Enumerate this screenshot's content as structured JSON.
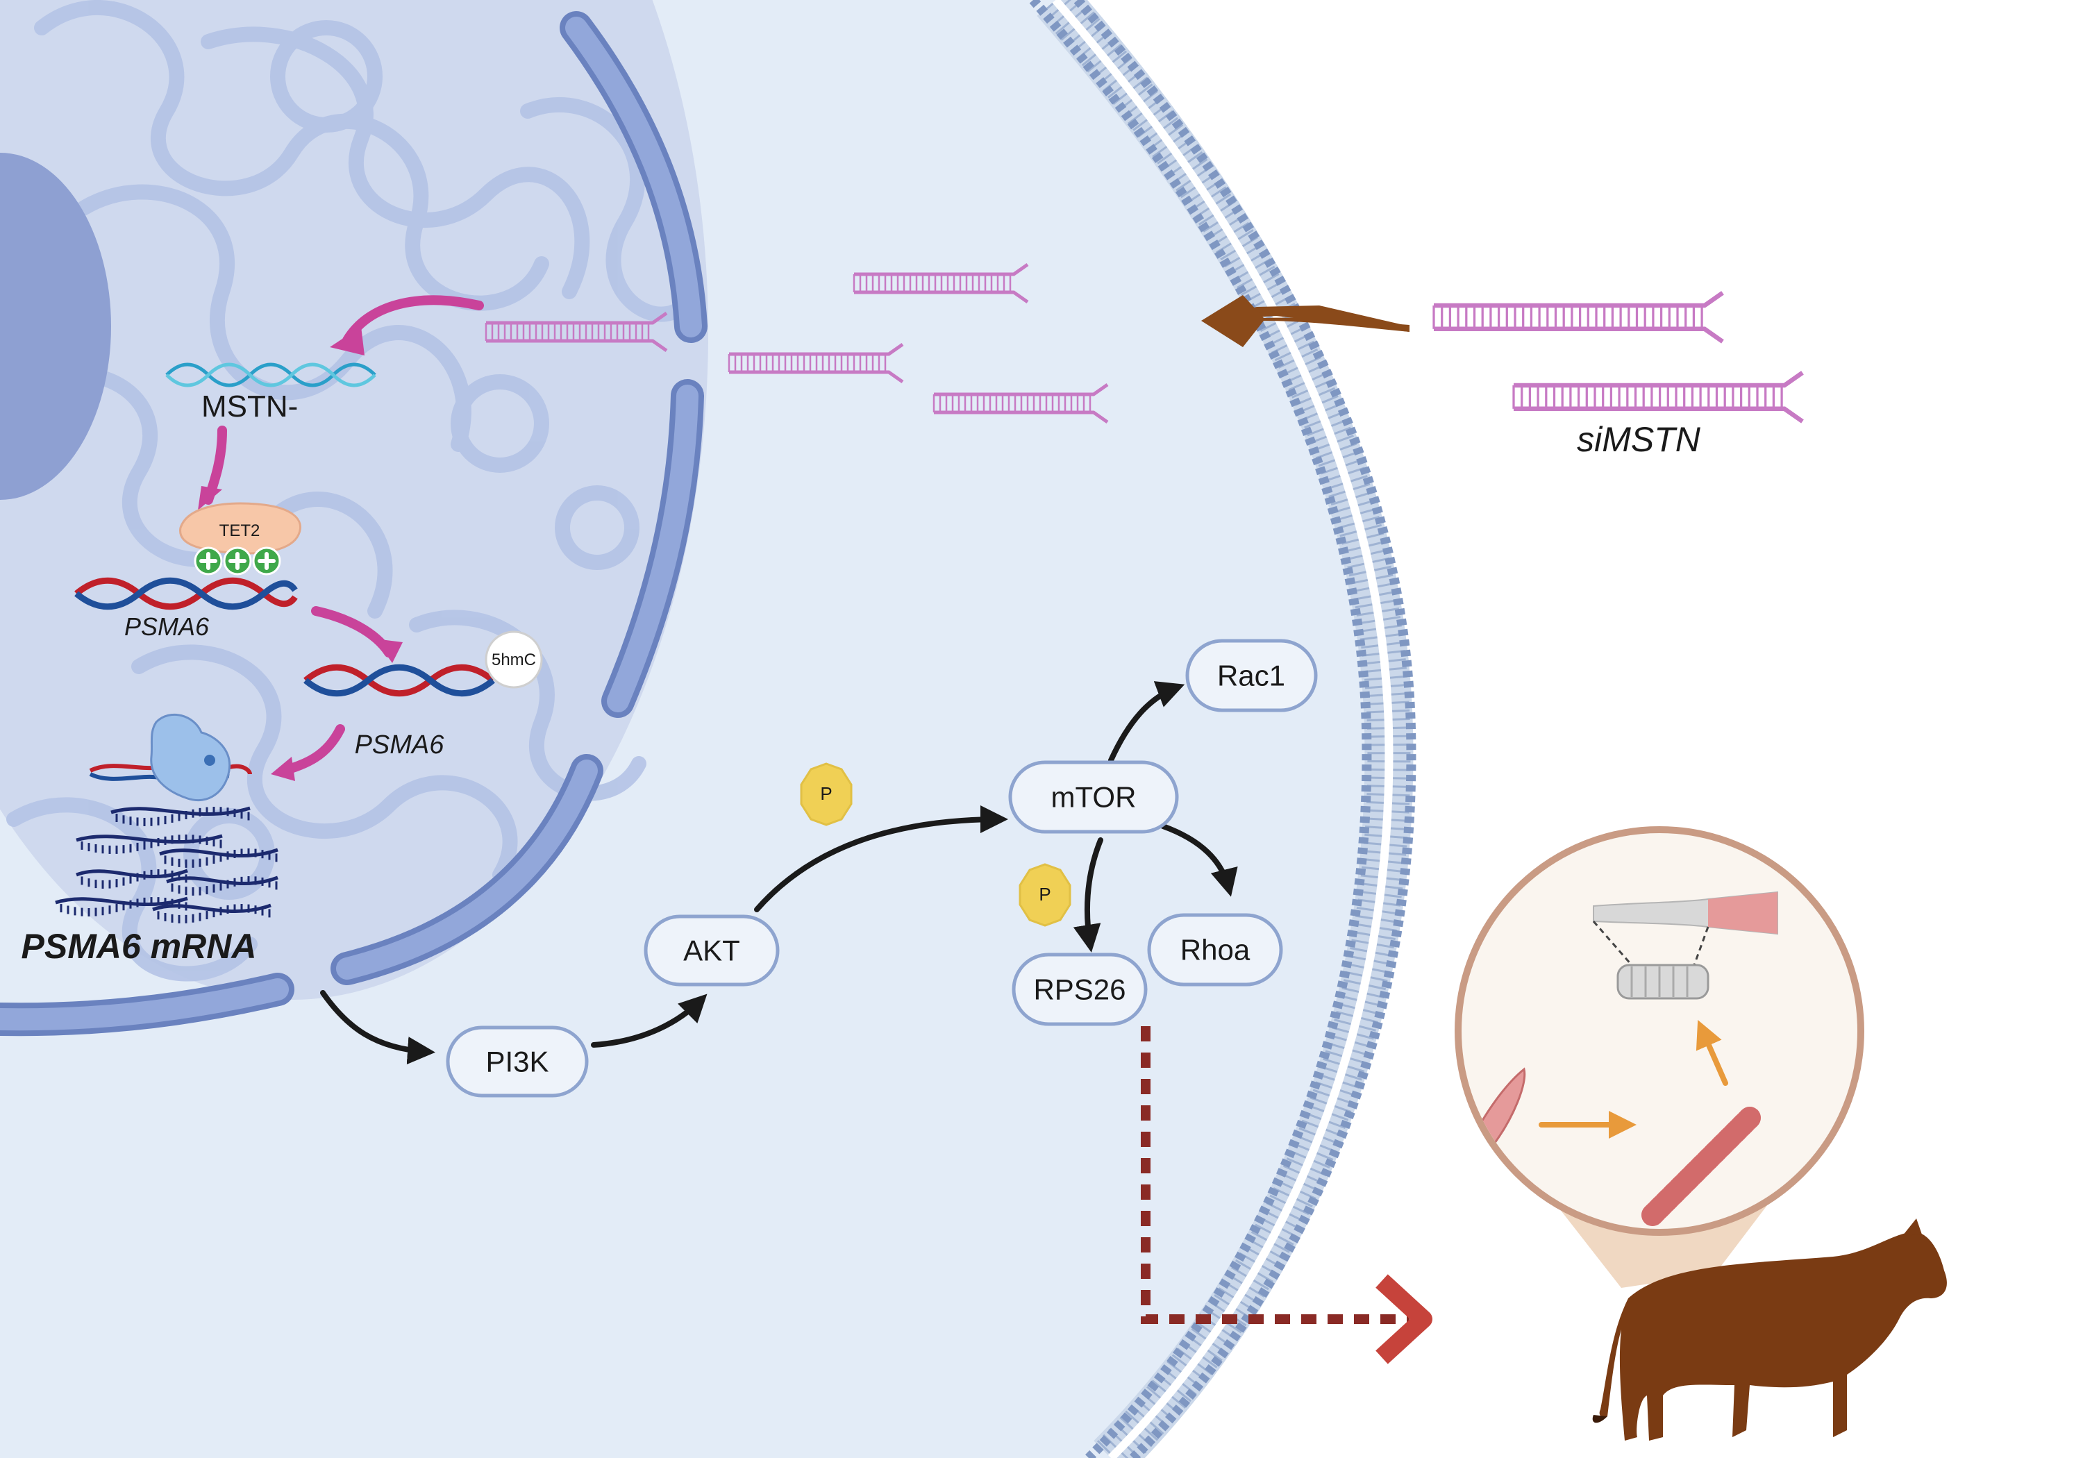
{
  "labels": {
    "mstn": "MSTN-",
    "tet2": "TET2",
    "psma6_top": "PSMA6",
    "psma6_mid": "PSMA6",
    "hmc": "5hmC",
    "psma6_mrna": "PSMA6 mRNA",
    "simstn": "siMSTN",
    "phospho_1": "P",
    "phospho_2": "P"
  },
  "pathway": {
    "pi3k": "PI3K",
    "akt": "AKT",
    "mtor": "mTOR",
    "rac1": "Rac1",
    "rhoa": "Rhoa",
    "rps26": "RPS26"
  },
  "colors": {
    "cytoplasm": "#e3ecf7",
    "nucleus": "#cfd9ee",
    "nuclear_envelope": "#8ea4d6",
    "nucleolus": "#8ea0d2",
    "chromatin": "#b4c3e6",
    "membrane": "#7f97c2",
    "sirna": "#c77ac4",
    "magenta_arrow": "#c9439a",
    "brown_arrow": "#8a4a1a",
    "dna_red": "#c0202a",
    "dna_blue": "#1f4f9a",
    "mrna_navy": "#1c2a6e",
    "phospho": "#f0d055",
    "dashed_path": "#8a2a25",
    "cow": "#7a3b13",
    "muscle": "#e27f7f",
    "orange_arrow": "#e89a3b"
  },
  "icons": [
    "nucleolus-icon",
    "dna-helix-icon",
    "tet2-enzyme-icon",
    "polymerase-icon",
    "mrna-strand-icon",
    "sirna-duplex-icon",
    "cow-icon",
    "muscle-fiber-icon",
    "myotube-icon",
    "myofibril-icon",
    "phosphate-icon"
  ]
}
